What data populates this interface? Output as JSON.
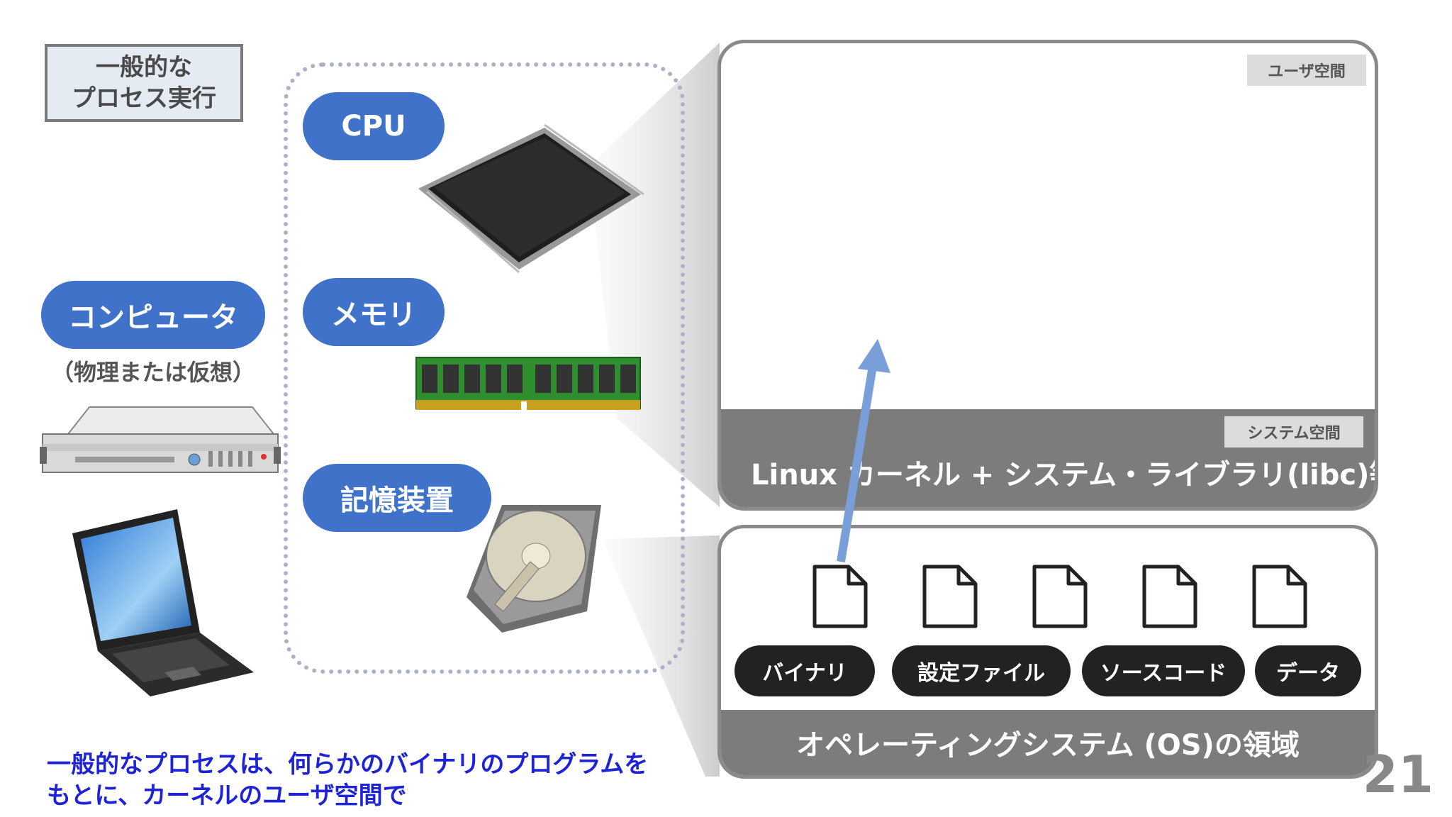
{
  "title_lines": [
    "一般的な",
    "プロセス実行"
  ],
  "computer_label": "コンピュータ",
  "computer_sub": "（物理または仮想）",
  "hardware": {
    "cpu": "CPU",
    "memory": "メモリ",
    "storage": "記憶装置"
  },
  "user_space_tag": "ユーザ空間",
  "system_space_tag": "システム空間",
  "kernel_label": "Linux カーネル + システム・ライブラリ(libc)等",
  "files": [
    "バイナリ",
    "設定ファイル",
    "ソースコード",
    "データ"
  ],
  "os_area_label": "オペレーティングシステム (OS)の領域",
  "caption_lines": [
    "一般的なプロセスは、何らかのバイナリのプログラムを",
    "もとに、カーネルのユーザ空間で"
  ],
  "page_number": "21",
  "colors": {
    "accent_blue": "#3F72C8",
    "caption_blue": "#1E23D6",
    "band_gray": "#7C7C7C",
    "pill_dark": "#222222"
  }
}
